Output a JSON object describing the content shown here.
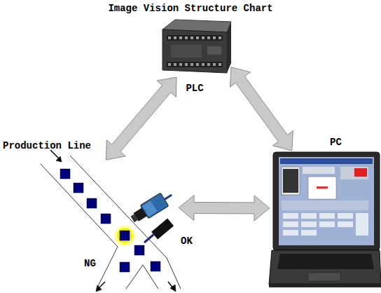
{
  "diagram": {
    "title": "Image Vision Structure Chart",
    "nodes": [
      {
        "text": [
          "PLC"
        ]
      },
      {
        "text": [
          "Production Line"
        ]
      },
      {
        "text": [
          "PC"
        ]
      }
    ],
    "edges": [
      {
        "from": 0,
        "to": 1,
        "arrow": "both"
      },
      {
        "from": 0,
        "to": 2,
        "arrow": "both"
      },
      {
        "from": 1,
        "to": 2,
        "arrow": "both"
      }
    ],
    "labels": [
      "NG",
      "OK"
    ]
  }
}
